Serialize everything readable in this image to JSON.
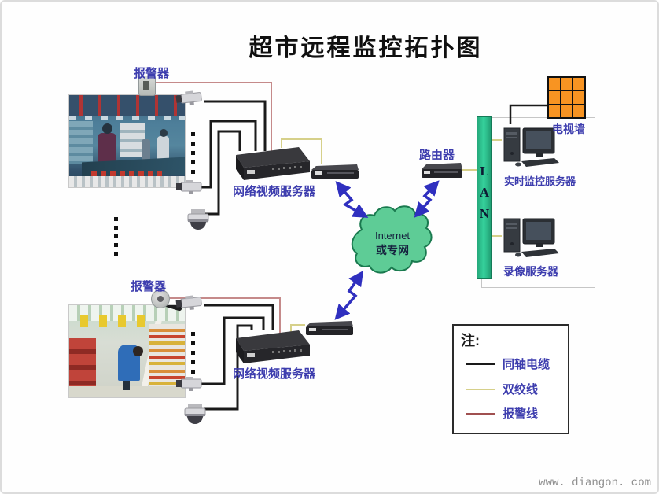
{
  "title": "超市远程监控拓扑图",
  "store1": {
    "alarm_label": "报警器",
    "server_label": "网络视频服务器"
  },
  "store2": {
    "alarm_label": "报警器",
    "server_label": "网络视频服务器"
  },
  "network": {
    "cloud_line1": "Internet",
    "cloud_line2": "或专网",
    "router_label": "路由器",
    "lan_letters": [
      "L",
      "A",
      "N"
    ]
  },
  "control_center": {
    "tv_wall_label": "电视墙",
    "monitor_server_label": "实时监控服务器",
    "record_server_label": "录像服务器"
  },
  "legend": {
    "title": "注:",
    "items": [
      {
        "label": "同轴电缆",
        "color": "#1a1a1a"
      },
      {
        "label": "双绞线",
        "color": "#d6d08a"
      },
      {
        "label": "报警线",
        "color": "#a05050"
      }
    ]
  },
  "watermark": "www. diangon. com",
  "colors": {
    "lan_green": "#2ebd8d",
    "tv_wall_orange": "#f89422",
    "cloud_green": "#5ecc96",
    "lightning_blue": "#2f2fbf",
    "coax_black": "#1a1a1a",
    "twisted_pair_yellow": "#d6d08a",
    "alarm_line_red": "#c58a8a",
    "label_blue": "#3d3dae"
  }
}
